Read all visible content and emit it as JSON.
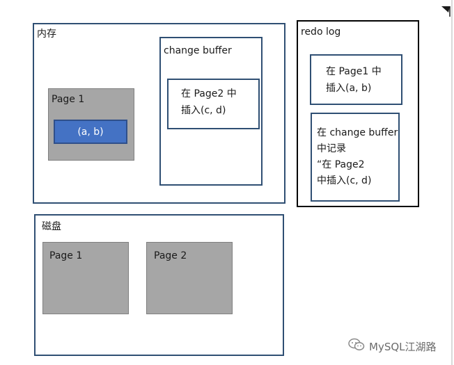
{
  "memory": {
    "title": "内存"
  },
  "memory_page1": {
    "title": "Page 1",
    "record": "(a, b)"
  },
  "change_buffer": {
    "title": "change buffer",
    "entry_lines": [
      "在 Page2 中",
      "插入(c, d)"
    ]
  },
  "redo_log": {
    "title": "redo log",
    "entry1_lines": [
      "在 Page1 中",
      "插入(a, b)"
    ],
    "entry2_lines": [
      "在 change buffer",
      "中记录",
      "“在 Page2",
      "中插入(c, d)"
    ]
  },
  "disk": {
    "title": "磁盘",
    "page1_label": "Page 1",
    "page2_label": "Page 2"
  },
  "watermark": {
    "text": "MySQL江湖路",
    "icon": "wechat-icon"
  },
  "colors": {
    "frame_navy": "#2f4f73",
    "page_gray": "#a6a6a6",
    "record_blue": "#4472c4"
  }
}
